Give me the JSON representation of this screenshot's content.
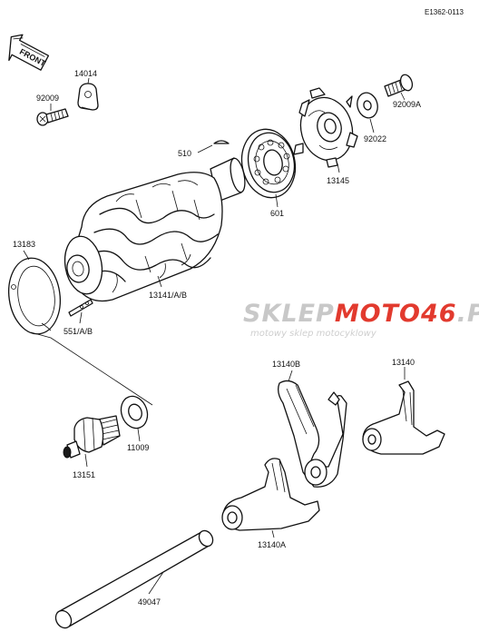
{
  "diagram_ref": "E1362-0113",
  "front_arrow_label": "FRONT",
  "watermark": {
    "brand_part1": "SKLEP",
    "brand_part2": "MOTO",
    "brand_part3": "46",
    "brand_part4": ".PL",
    "tagline": "motowy sklep motocyklowy",
    "color_gray": "#c8c8c8",
    "color_red": "#e23a2e"
  },
  "parts": [
    {
      "id": "p14014",
      "number": "14014"
    },
    {
      "id": "p92009",
      "number": "92009"
    },
    {
      "id": "p92009A",
      "number": "92009A"
    },
    {
      "id": "p92022",
      "number": "92022"
    },
    {
      "id": "p510",
      "number": "510"
    },
    {
      "id": "p13145",
      "number": "13145"
    },
    {
      "id": "p601",
      "number": "601"
    },
    {
      "id": "p13183",
      "number": "13183"
    },
    {
      "id": "p13141",
      "number": "13141/A/B"
    },
    {
      "id": "p551",
      "number": "551/A/B"
    },
    {
      "id": "p13140B",
      "number": "13140B"
    },
    {
      "id": "p13140",
      "number": "13140"
    },
    {
      "id": "p11009",
      "number": "11009"
    },
    {
      "id": "p13151",
      "number": "13151"
    },
    {
      "id": "p13140A",
      "number": "13140A"
    },
    {
      "id": "p49047",
      "number": "49047"
    }
  ]
}
